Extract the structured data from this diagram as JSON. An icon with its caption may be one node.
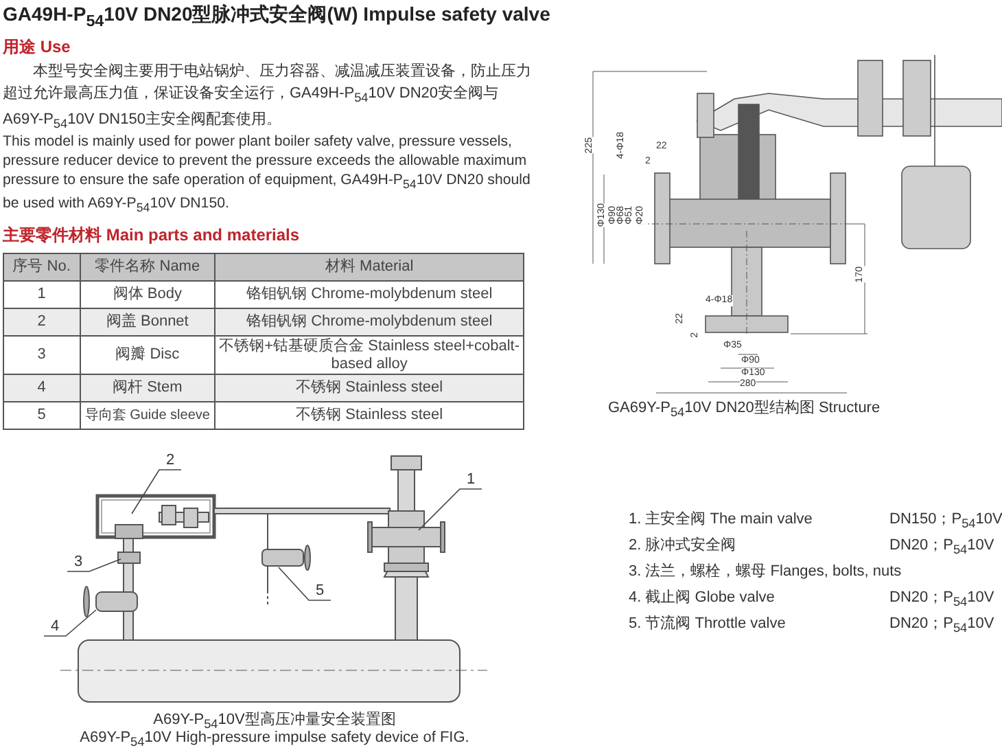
{
  "diagram": {
    "title": "GA49H-P$_{54}$10V DN20型脉冲式安全阀(W) Impulse safety valve",
    "nodes": [
      {
        "text": [
          "1"
        ]
      },
      {
        "text": [
          "2"
        ]
      },
      {
        "text": [
          "3"
        ]
      },
      {
        "text": [
          "4"
        ]
      },
      {
        "text": [
          "5"
        ]
      }
    ],
    "edges": [
      {
        "from": 0,
        "to": null,
        "arrow": "none"
      },
      {
        "from": 1,
        "to": null,
        "arrow": "none"
      },
      {
        "from": 2,
        "to": null,
        "arrow": "none"
      },
      {
        "from": 3,
        "to": null,
        "arrow": "none"
      },
      {
        "from": 4,
        "to": null,
        "arrow": "none"
      }
    ],
    "labels": [
      "用途 Use",
      "本型号安全阀主要用于电站锅炉、压力容器、减温减压装置设备，防止压力超过允许最高压力值，保证设备安全运行，GA49H-P$_{54}$10V DN20安全阀与A69Y-P$_{54}$10V DN150主安全阀配套使用。",
      "This model is mainly used for power plant boiler safety valve, pressure vessels, pressure reducer device to prevent the pressure exceeds the allowable maximum pressure to ensure the safe operation of equipment, GA49H-P$_{54}$10V DN20 should be used with A69Y-P$_{54}$10V DN150.",
      "主要零件材料 Main parts and materials",
      "序号 No.",
      "零件名称 Name",
      "材料 Material",
      "1",
      "阀体 Body",
      "铬钼钒钢 Chrome-molybdenum steel",
      "2",
      "阀盖 Bonnet",
      "铬钼钒钢 Chrome-molybdenum steel",
      "3",
      "阀瓣 Disc",
      "不锈钢+钴基硬质合金 Stainless steel+cobalt-based alloy",
      "4",
      "阀杆 Stem",
      "不锈钢 Stainless steel",
      "5",
      "导向套 Guide sleeve",
      "不锈钢 Stainless steel",
      "225",
      "4-Φ18",
      "22",
      "2",
      "Φ130",
      "Φ90",
      "Φ68",
      "Φ51",
      "Φ20",
      "170",
      "4-Φ18",
      "22",
      "2",
      "Φ35",
      "Φ90",
      "Φ130",
      "280",
      "GA69Y-P$_{54}$10V DN20型结构图 Structure",
      "1. 主安全阀 The main valve",
      "DN150；P$_{54}$10V",
      "2. 脉冲式安全阀",
      "DN20；P$_{54}$10V",
      "3. 法兰，螺栓，螺母 Flanges, bolts, nuts",
      "4. 截止阀 Globe valve",
      "DN20；P$_{54}$10V",
      "5. 节流阀 Throttle valve",
      "DN20；P$_{54}$10V",
      "A69Y-P$_{54}$10V型高压冲量安全装置图",
      "A69Y-P$_{54}$10V High-pressure impulse safety device of FIG."
    ]
  }
}
